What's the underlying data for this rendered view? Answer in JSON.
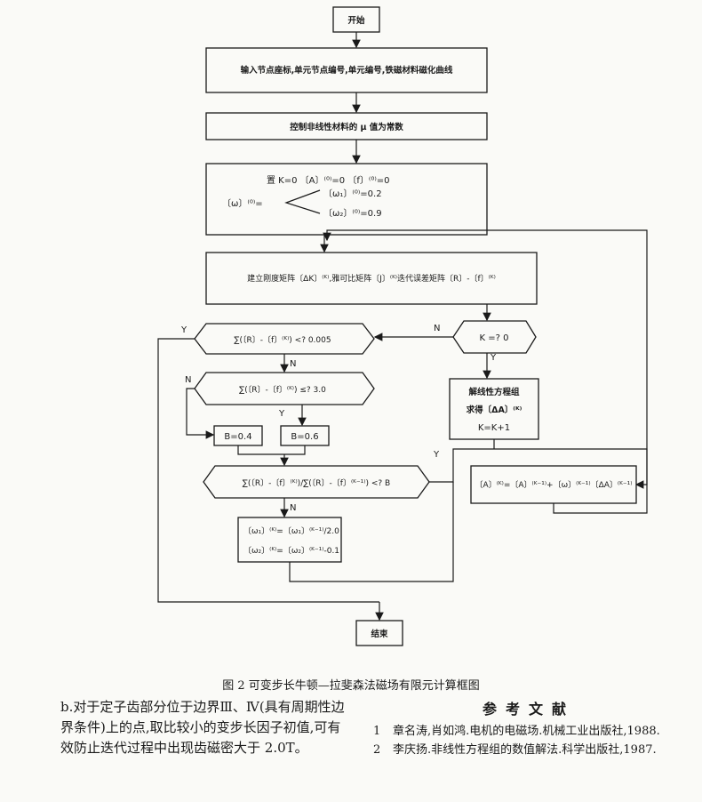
{
  "flowchart": {
    "start": "开始",
    "input": "输入节点座标,单元节点编号,单元编号,铁磁材料磁化曲线",
    "control": "控制非线性材料的 μ 值为常数",
    "init_line1": "置 K=0  〔A〕⁽⁰⁾=0  〔f〕⁽⁰⁾=0",
    "init_omega_prefix": "〔ω〕⁽⁰⁾=",
    "init_omega1": "〔ω₁〕⁽⁰⁾=0.2",
    "init_omega2": "〔ω₂〕⁽⁰⁾=0.9",
    "build": "建立刚度矩阵〔ΔK〕⁽ᴷ⁾,雅可比矩阵〔J〕⁽ᴷ⁾迭代误差矩阵〔R〕-〔f〕⁽ᴷ⁾",
    "cond1": "∑(〔R〕-〔f〕⁽ᴷ⁾) <? 0.005",
    "cond_k": "K =? 0",
    "cond2": "∑(〔R〕-〔f〕⁽ᴷ⁾) ≤? 3.0",
    "b1": "B=0.4",
    "b2": "B=0.6",
    "cond3": "∑(〔R〕-〔f〕⁽ᴷ⁾)/∑(〔R〕-〔f〕⁽ᴷ⁻¹⁾)  <?  B",
    "omega_update1": "〔ω₁〕⁽ᴷ⁾=〔ω₁〕⁽ᴷ⁻¹⁾/2.0",
    "omega_update2": "〔ω₂〕⁽ᴷ⁾=〔ω₂〕⁽ᴷ⁻¹⁾-0.1",
    "solve1": "解线性方程组",
    "solve2": "求得〔ΔA〕⁽ᴷ⁾",
    "solve3": "K=K+1",
    "update_a": "〔A〕⁽ᴷ⁾=〔A〕⁽ᴷ⁻¹⁾+〔ω〕⁽ᴷ⁻¹⁾〔ΔA〕⁽ᴷ⁻¹⁾",
    "end": "结束",
    "y": "Y",
    "n": "N"
  },
  "caption": "图 2   可变步长牛顿—拉斐森法磁场有限元计算框图",
  "body_text": "b.对于定子齿部分位于边界Ⅲ、Ⅳ(具有周期性边界条件)上的点,取比较小的变步长因子初值,可有效防止迭代过程中出现齿磁密大于 2.0T。",
  "references": {
    "title": "参考文献",
    "items": [
      {
        "num": "1",
        "text": "章名涛,肖如鸿.电机的电磁场.机械工业出版社,1988."
      },
      {
        "num": "2",
        "text": "李庆扬.非线性方程组的数值解法.科学出版社,1987."
      }
    ]
  }
}
